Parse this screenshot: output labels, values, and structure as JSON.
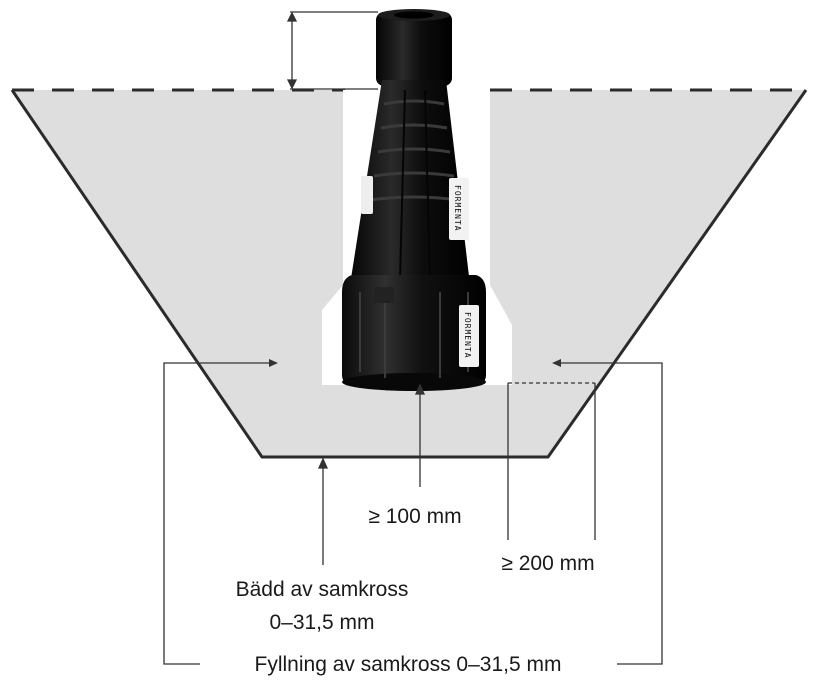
{
  "labels": {
    "min_depth": "≥ 100 mm",
    "min_width": "≥ 200 mm",
    "bed_line1": "Bädd av samkross",
    "bed_line2": "0–31,5 mm",
    "fill": "Fyllning av samkross 0–31,5 mm"
  },
  "product": {
    "brand": "FORMENTA"
  },
  "colors": {
    "fill_gray": "#dedede",
    "outline": "#2b2b2b",
    "product": "#141414",
    "line": "#333333"
  }
}
